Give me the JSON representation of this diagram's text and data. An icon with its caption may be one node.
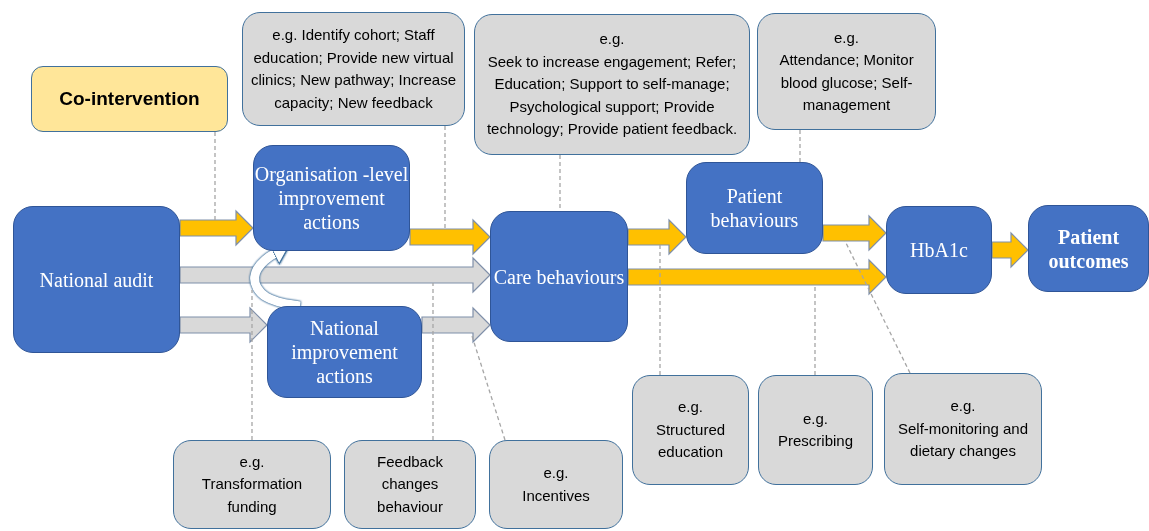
{
  "diagram": {
    "nodes": [
      {
        "text": [
          "Co-intervention"
        ]
      },
      {
        "text": [
          "National audit"
        ]
      },
      {
        "text": [
          "Organisation -level improvement actions"
        ]
      },
      {
        "text": [
          "National improvement actions"
        ]
      },
      {
        "text": [
          "Care behaviours"
        ]
      },
      {
        "text": [
          "Patient behaviours"
        ]
      },
      {
        "text": [
          "HbA1c"
        ]
      },
      {
        "text": [
          "Patient outcomes"
        ]
      },
      {
        "text": [
          "e.g. Identify cohort; Staff education; Provide new virtual clinics; New pathway; Increase capacity; New feedback"
        ]
      },
      {
        "text": [
          "e.g.",
          "Seek to increase engagement; Refer; Education; Support to self-manage; Psychological support; Provide technology; Provide patient feedback."
        ]
      },
      {
        "text": [
          "e.g.",
          "Attendance; Monitor blood glucose; Self-management"
        ]
      },
      {
        "text": [
          "e.g.",
          "Transformation funding"
        ]
      },
      {
        "text": [
          "Feedback changes behaviour"
        ]
      },
      {
        "text": [
          "e.g.",
          "Incentives"
        ]
      },
      {
        "text": [
          "e.g.",
          "Structured education"
        ]
      },
      {
        "text": [
          "e.g.",
          "Prescribing"
        ]
      },
      {
        "text": [
          "e.g.",
          "Self-monitoring and dietary changes"
        ]
      }
    ],
    "edges": [
      {
        "from": 1,
        "to": 2,
        "arrow": "to"
      },
      {
        "from": 1,
        "to": 4,
        "arrow": "to",
        "color": "#d9d9d9"
      },
      {
        "from": 1,
        "to": 3,
        "arrow": "to",
        "color": "#d9d9d9"
      },
      {
        "from": 3,
        "to": 2,
        "arrow": "to",
        "style": "thick",
        "color": "#ffffff"
      },
      {
        "from": 2,
        "to": 4,
        "arrow": "to"
      },
      {
        "from": 3,
        "to": 4,
        "arrow": "to",
        "color": "#d9d9d9"
      },
      {
        "from": 4,
        "to": 5,
        "arrow": "to"
      },
      {
        "from": 4,
        "to": 6,
        "arrow": "to"
      },
      {
        "from": 5,
        "to": 6,
        "arrow": "to"
      },
      {
        "from": 6,
        "to": 7,
        "arrow": "to"
      },
      {
        "from": 0,
        "to": null,
        "arrow": "none",
        "style": "dashed",
        "color": "#a6a6a6"
      },
      {
        "from": 8,
        "to": null,
        "arrow": "none",
        "style": "dashed",
        "color": "#a6a6a6"
      },
      {
        "from": 9,
        "to": 4,
        "arrow": "none",
        "style": "dashed",
        "color": "#a6a6a6"
      },
      {
        "from": 10,
        "to": 5,
        "arrow": "none",
        "style": "dashed",
        "color": "#a6a6a6"
      },
      {
        "from": 11,
        "to": null,
        "arrow": "none",
        "style": "dashed",
        "color": "#a6a6a6"
      },
      {
        "from": 12,
        "to": null,
        "arrow": "none",
        "style": "dashed",
        "color": "#a6a6a6"
      },
      {
        "from": 13,
        "to": null,
        "arrow": "none",
        "style": "dashed",
        "color": "#a6a6a6"
      },
      {
        "from": 14,
        "to": null,
        "arrow": "none",
        "style": "dashed",
        "color": "#a6a6a6"
      },
      {
        "from": 15,
        "to": null,
        "arrow": "none",
        "style": "dashed",
        "color": "#a6a6a6"
      },
      {
        "from": 16,
        "to": null,
        "arrow": "none",
        "style": "dashed",
        "color": "#a6a6a6"
      }
    ]
  }
}
